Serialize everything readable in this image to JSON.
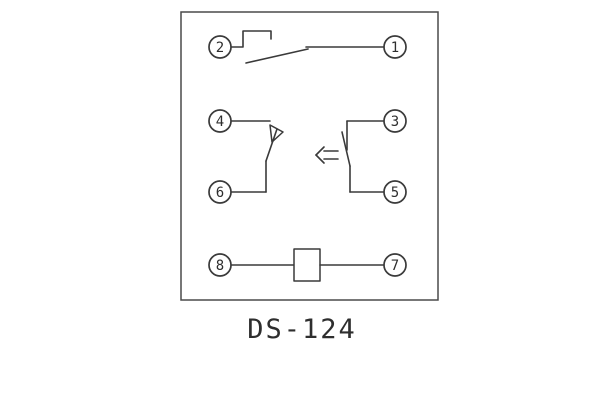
{
  "diagram": {
    "title": "DS-124",
    "terminals": {
      "t1": "1",
      "t2": "2",
      "t3": "3",
      "t4": "4",
      "t5": "5",
      "t6": "6",
      "t7": "7",
      "t8": "8"
    },
    "colors": {
      "line": "#3a3a3a",
      "background": "#ffffff",
      "text": "#2e2e2e"
    }
  }
}
